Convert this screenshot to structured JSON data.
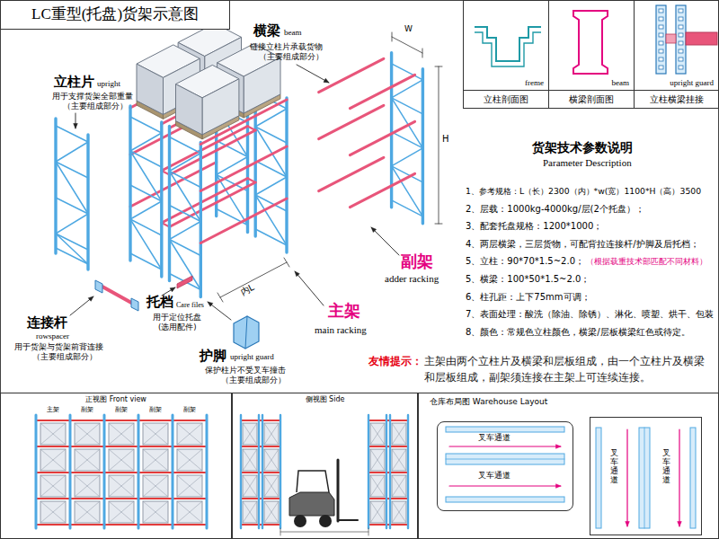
{
  "diagram": {
    "title": "LC重型(托盘)货架示意图",
    "nodes": [
      {
        "text": [
          "freme"
        ]
      },
      {
        "text": [
          "beam"
        ]
      },
      {
        "text": [
          "upright guard"
        ]
      },
      {
        "text": [
          "立柱剖面图"
        ]
      },
      {
        "text": [
          "横梁剖面图"
        ]
      },
      {
        "text": [
          "立柱横梁挂接"
        ]
      },
      {
        "text": [
          "正视图 Front view"
        ]
      },
      {
        "text": [
          "侧视图 Side"
        ]
      },
      {
        "text": [
          "仓库布局图 Warehouse Layout"
        ]
      },
      {
        "text": [
          "叉车通道",
          "叉车通道"
        ],
        "in": 8
      },
      {
        "text": [
          "叉车通道",
          "叉车通道"
        ],
        "in": 8
      }
    ],
    "labels": [
      "横梁",
      "beam",
      "链接立柱片承载货物",
      "（主要组成部分）",
      "立柱片",
      "upright",
      "用于支撑货架全部重量",
      "（主要组成部分）",
      "W",
      "H",
      "副架",
      "adder racking",
      "内L",
      "托档",
      "Care files",
      "用于定位托盘",
      "(选用配件)",
      "连接杆",
      "rowspacer",
      "用于货架与货架前背连接",
      "（主要组成部分）",
      "主架",
      "main racking",
      "护脚",
      "upright guard",
      "保护柱片不受叉车撞击",
      "（主要组成部分）",
      "货架技术参数说明",
      "Parameter Description",
      "1、参考规格：L（长）2300（内）*w(宽）1100*H（高）3500",
      "2、层载：1000kg-4000kg/层(2个托盘）；",
      "3、配套托盘规格：1200*1000；",
      "4、两层横梁，三层货物，可配背拉连接杆/护脚及后托档；",
      "5、立柱：90*70*1.5~2.0；",
      "5、横梁：100*50*1.5~2.0；",
      "6、柱孔距：上下75mm可调；",
      "7、表面处理：酸洗（除油、除锈）、淋化、喷塑、烘干、包装",
      "8、颜色：常规色立柱颜色，横梁/层板横梁红色或待定。",
      "（根据载重技术部匹配不同材料）",
      "友情提示：",
      "主架由两个立柱片及横梁和层板组成，由一个立柱片及横梁和层板组成，副架须连接在主架上可连续连接。",
      "主架",
      "副架",
      "副架",
      "副架",
      "副架"
    ]
  }
}
